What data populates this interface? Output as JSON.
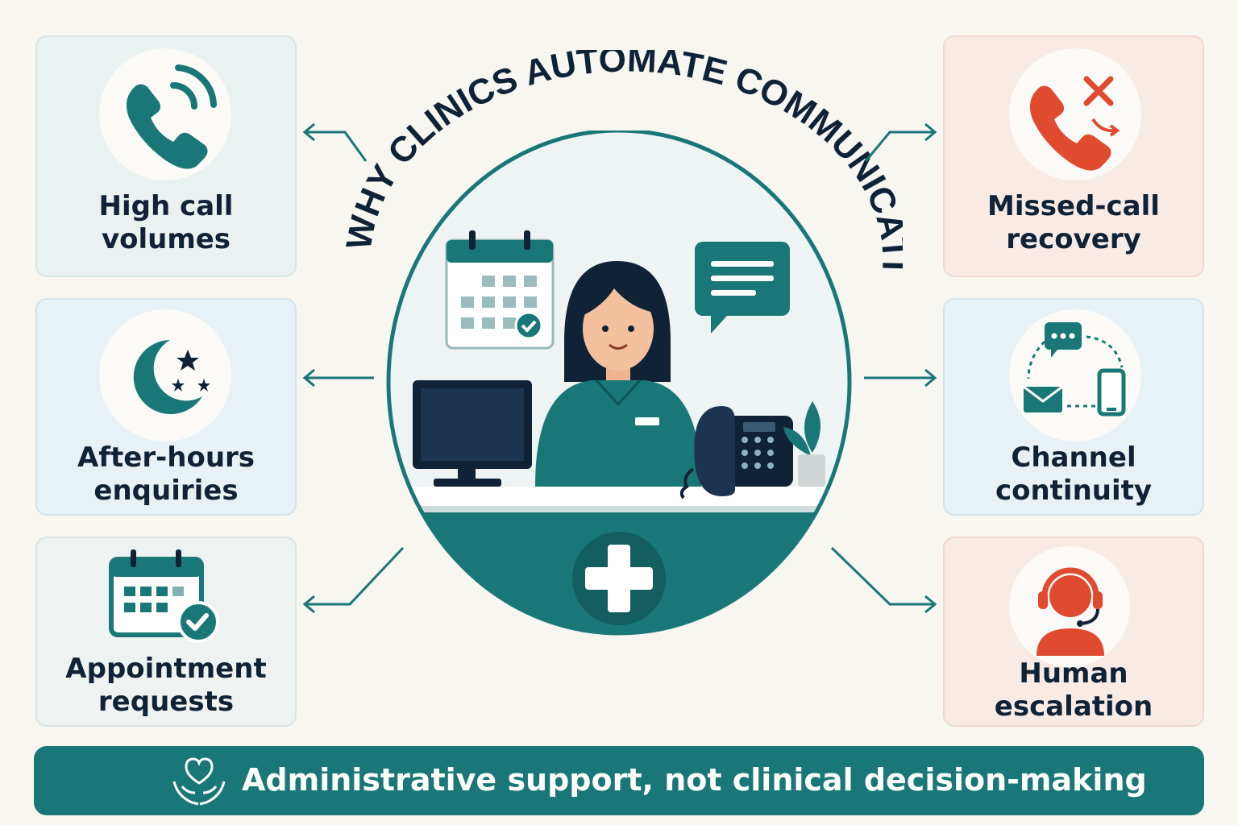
{
  "title": "WHY CLINICS AUTOMATE COMMUNICATION",
  "left_cards": [
    {
      "label": "High call\nvolumes",
      "icon": "phone-ringing-icon"
    },
    {
      "label": "After-hours\nenquiries",
      "icon": "moon-stars-icon"
    },
    {
      "label": "Appointment\nrequests",
      "icon": "calendar-check-icon"
    }
  ],
  "right_cards": [
    {
      "label": "Missed-call\nrecovery",
      "icon": "missed-call-icon"
    },
    {
      "label": "Channel\ncontinuity",
      "icon": "channels-icon"
    },
    {
      "label": "Human\nescalation",
      "icon": "headset-agent-icon"
    }
  ],
  "banner": {
    "text": "Administrative support, not clinical decision-making",
    "icon": "heart-hands-icon"
  },
  "colors": {
    "teal": "#1a7777",
    "navy": "#0f2236",
    "red": "#e04a2f",
    "background": "#f7f6f1"
  }
}
